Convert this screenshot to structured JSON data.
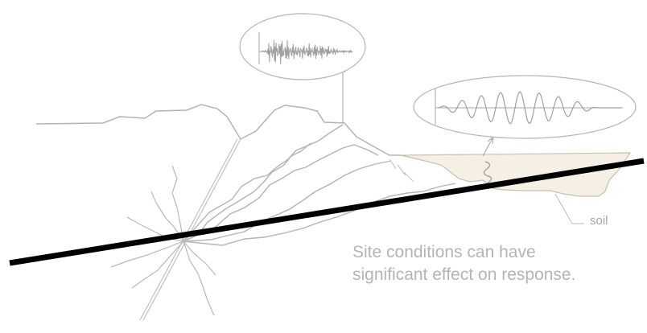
{
  "labels": {
    "soil": "soil"
  },
  "caption": {
    "line1": "Site conditions can have",
    "line2": "significant effect on response."
  },
  "colors": {
    "sketch": "#b3b3b3",
    "soil_fill": "#f6efe3",
    "cut_line": "#000000",
    "text": "#b4b4b4"
  }
}
